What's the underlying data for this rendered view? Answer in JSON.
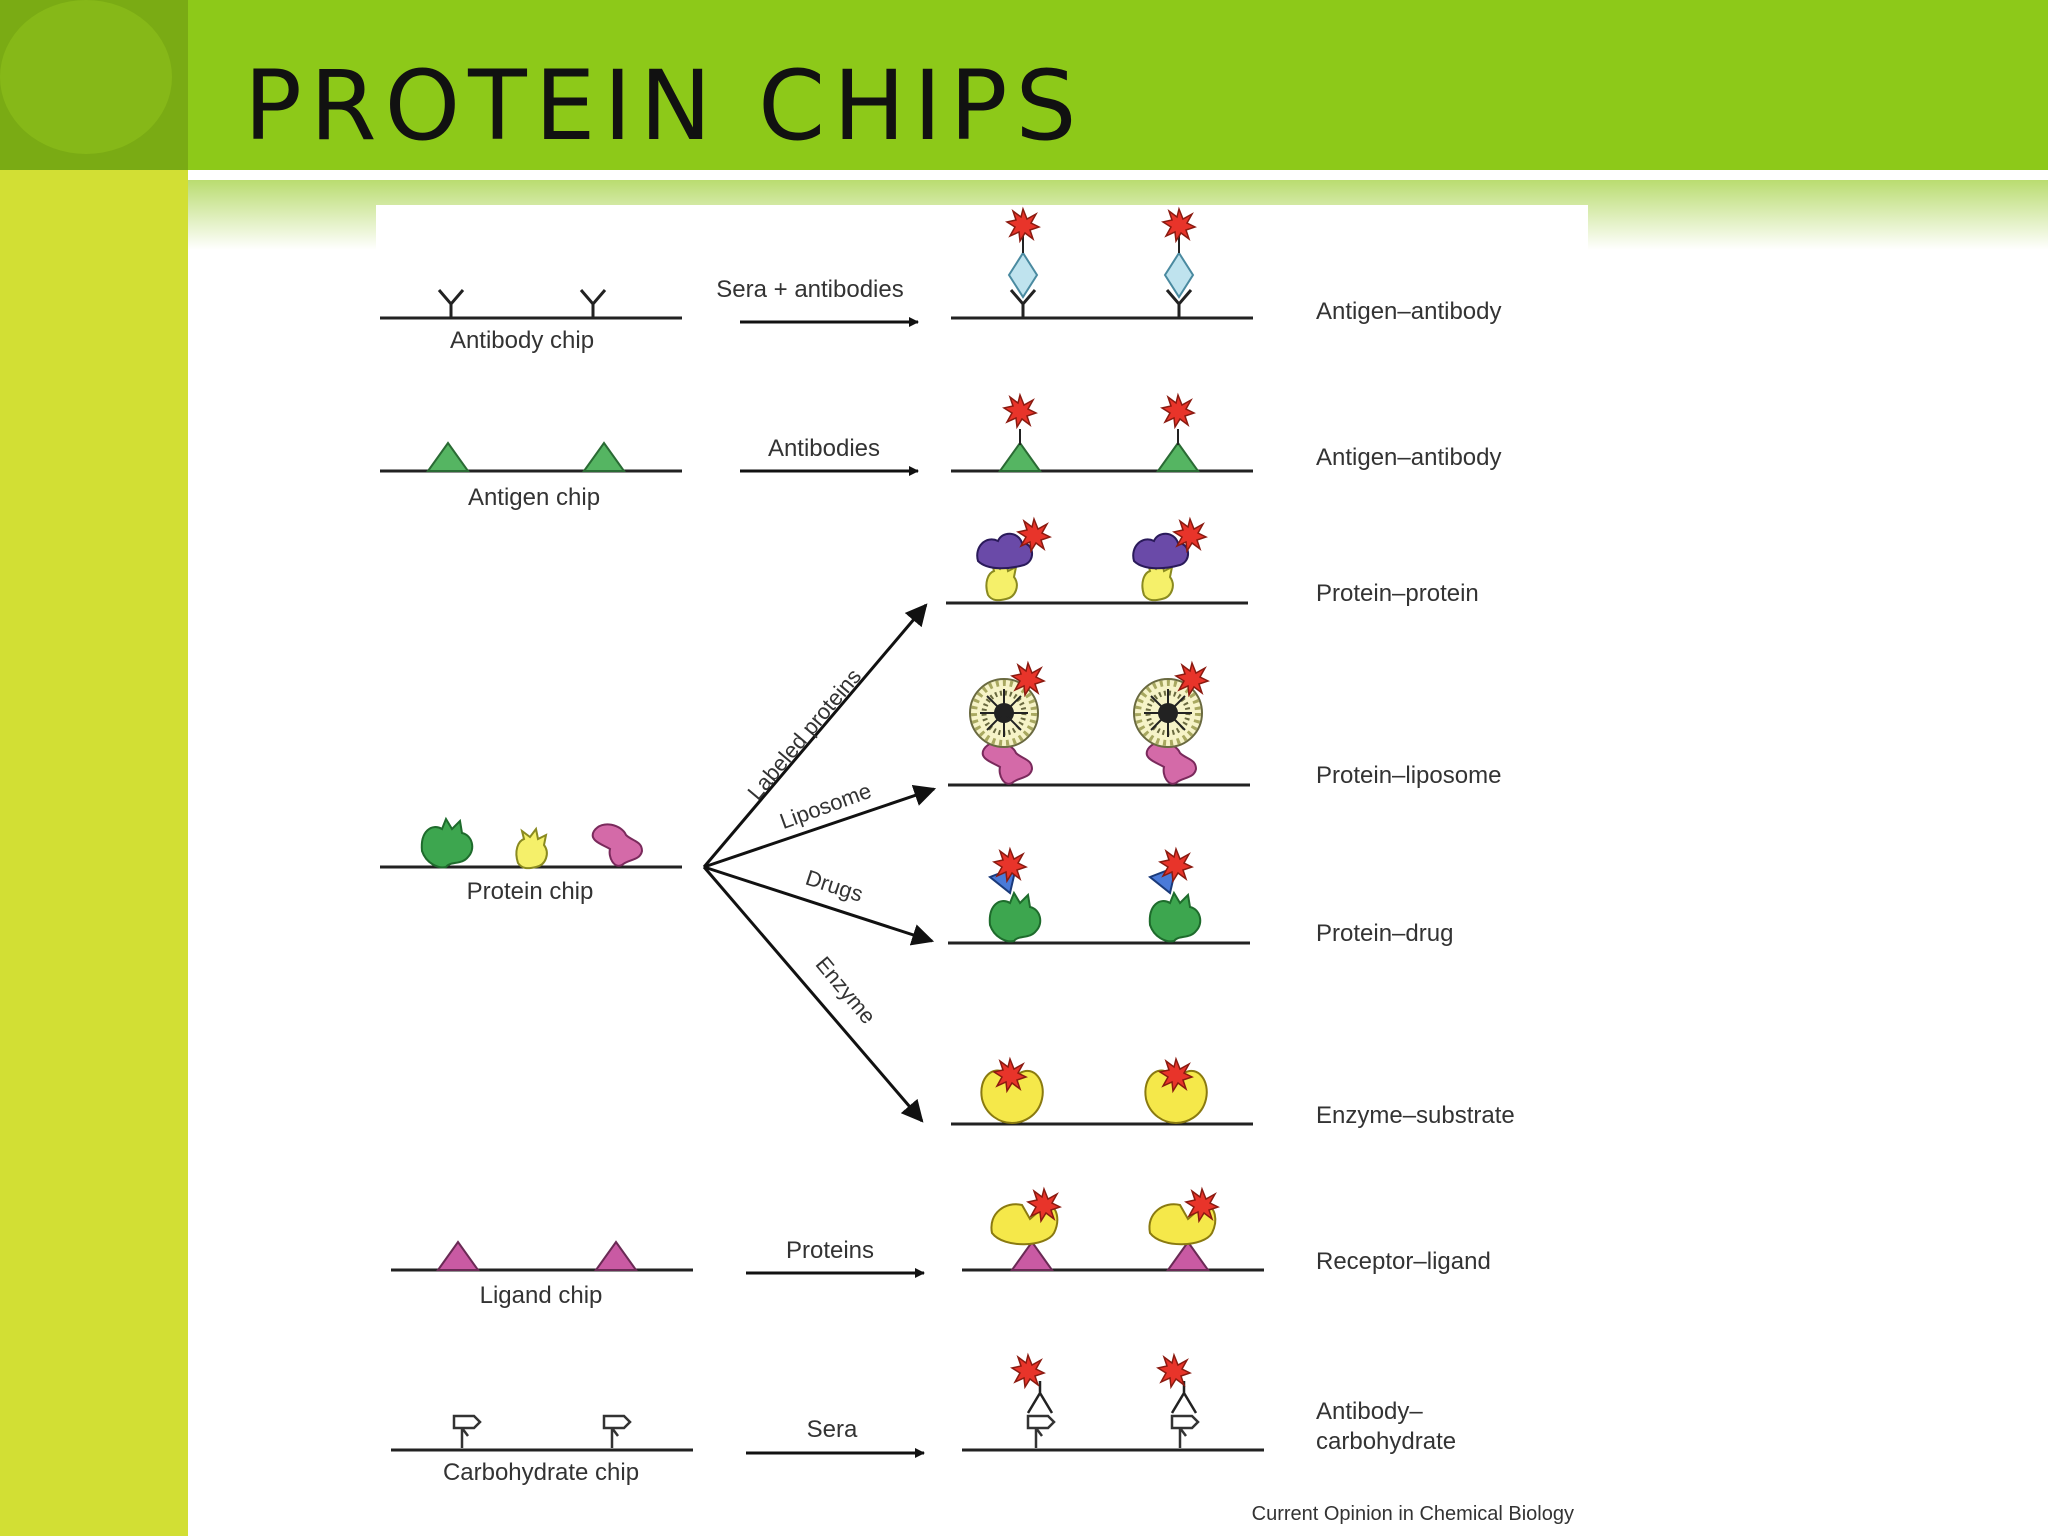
{
  "slide": {
    "title": "PROTEIN CHIPS",
    "colors": {
      "lime": "#8dc919",
      "left_bar": "#d2df34",
      "corner": "#7aab14",
      "circle": "#86b818"
    }
  },
  "figure": {
    "chips": [
      {
        "label": "Antibody chip",
        "capture": "antibody",
        "process": "Sera + antibodies",
        "result": "Antigen–antibody"
      },
      {
        "label": "Antigen chip",
        "capture": "antigen",
        "process": "Antibodies",
        "result": "Antigen–antibody"
      },
      {
        "label": "Protein chip",
        "capture": "protein"
      },
      {
        "label": "Ligand chip",
        "capture": "ligand",
        "process": "Proteins",
        "result": "Receptor–ligand"
      },
      {
        "label": "Carbohydrate chip",
        "capture": "carbohydrate",
        "process": "Sera",
        "result_line1": "Antibody–",
        "result_line2": "carbohydrate"
      }
    ],
    "protein_branches": [
      {
        "process": "Labeled proteins",
        "result": "Protein–protein"
      },
      {
        "process": "Liposome",
        "result": "Protein–liposome"
      },
      {
        "process": "Drugs",
        "result": "Protein–drug"
      },
      {
        "process": "Enzyme",
        "result": "Enzyme–substrate"
      }
    ],
    "credit": "Current Opinion in Chemical Biology",
    "icons": [
      "antibody-icon",
      "antigen-icon",
      "label-star-icon",
      "protein-icon",
      "liposome-icon",
      "drug-icon",
      "enzyme-icon",
      "ligand-icon",
      "carbohydrate-icon"
    ]
  }
}
